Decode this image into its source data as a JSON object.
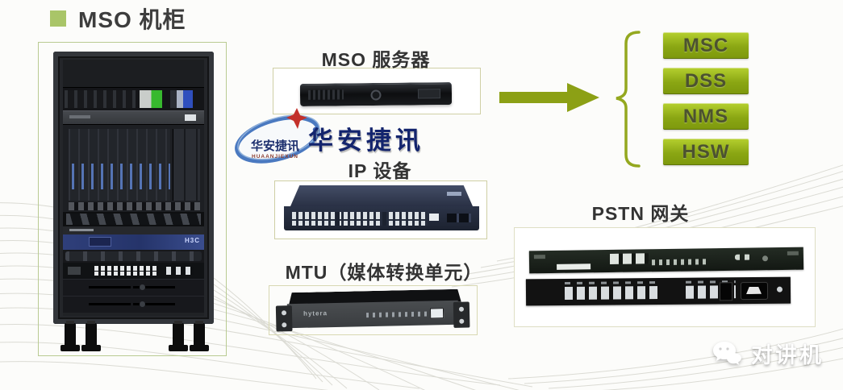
{
  "slide": {
    "title": "MSO 机柜"
  },
  "labels": {
    "server": "MSO 服务器",
    "ip": "IP 设备",
    "mtu": "MTU（媒体转换单元）",
    "pstn": "PSTN 网关"
  },
  "modules": [
    "MSC",
    "DSS",
    "NMS",
    "HSW"
  ],
  "logo": {
    "seal_cn": "华安捷讯",
    "seal_en": "HUAANJIEXUN",
    "wordmark": "华安捷讯"
  },
  "devices": {
    "h3c_brand": "H3C",
    "mtu_brand": "hytera"
  },
  "watermark": {
    "text": "对讲机"
  },
  "colors": {
    "accent_olive": "#8ca015",
    "module_green": "#a7c522",
    "bullet_green": "#a9c568",
    "logo_navy": "#13246d",
    "title_gray": "#3d3d3d"
  }
}
